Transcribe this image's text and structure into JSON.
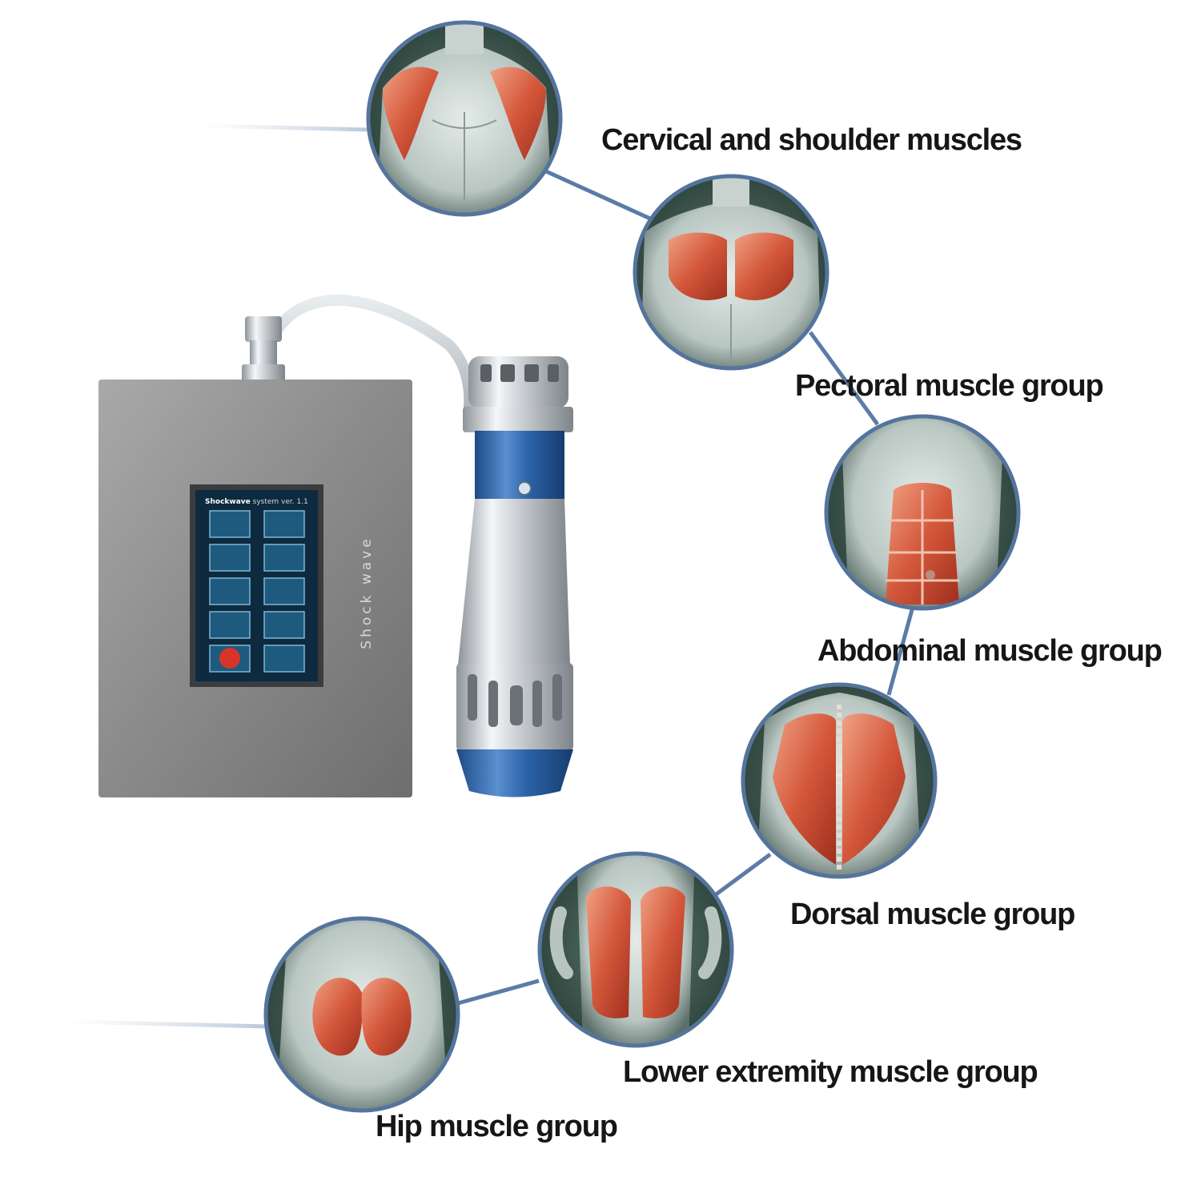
{
  "device": {
    "brand_text": "Shock wave",
    "screen_title_bold": "Shockwave",
    "screen_title_rest": "system ver. 1.1",
    "accent_color": "#2b63a8",
    "body_color": "#8d8d8d"
  },
  "muscle_groups": [
    {
      "label": "Cervical and shoulder muscles",
      "icon": "shoulder-muscles-icon"
    },
    {
      "label": "Pectoral muscle group",
      "icon": "pectoral-muscles-icon"
    },
    {
      "label": "Abdominal muscle group",
      "icon": "abdominal-muscles-icon"
    },
    {
      "label": "Dorsal muscle group",
      "icon": "dorsal-muscles-icon"
    },
    {
      "label": "Lower extremity muscle group",
      "icon": "thigh-muscles-icon"
    },
    {
      "label": "Hip muscle group",
      "icon": "gluteal-muscles-icon"
    }
  ],
  "colors": {
    "connector": "#5a7ca6",
    "circle_border": "#54749c",
    "muscle": "#d4573a",
    "skin": "#c9d3cf"
  }
}
